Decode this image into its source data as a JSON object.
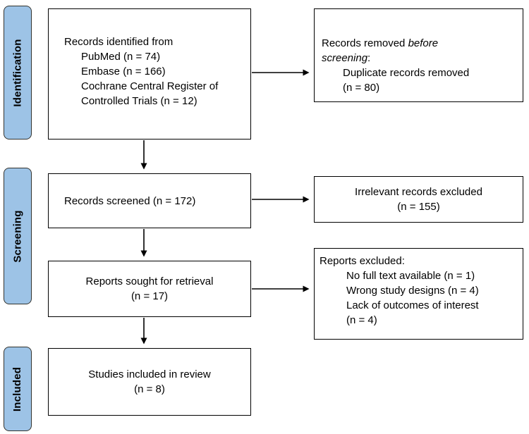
{
  "stages": {
    "identification": "Identification",
    "screening": "Screening",
    "included": "Included"
  },
  "boxes": {
    "records_identified": {
      "title": "Records identified from",
      "sources": [
        "PubMed (n = 74)",
        "Embase (n = 166)",
        "Cochrane Central Register of",
        "Controlled Trials (n = 12)"
      ]
    },
    "records_removed": {
      "pre": "Records removed ",
      "italic": "before screening",
      "post": ":",
      "details": [
        "Duplicate records removed",
        "(n = 80)"
      ]
    },
    "records_screened": {
      "text": "Records screened (n = 172)"
    },
    "irrelevant_excluded": {
      "line1": "Irrelevant records excluded",
      "line2": "(n = 155)"
    },
    "reports_sought": {
      "line1": "Reports sought for retrieval",
      "line2": "(n = 17)"
    },
    "reports_excluded": {
      "title": "Reports excluded:",
      "reasons": [
        "No full text available (n = 1)",
        "Wrong study designs (n = 4)",
        "Lack of outcomes of interest",
        "(n = 4)"
      ]
    },
    "studies_included": {
      "line1": "Studies included in review",
      "line2": "(n = 8)"
    }
  },
  "colors": {
    "stage_fill": "#9DC3E6",
    "stage_border": "#33332F",
    "box_border": "#000000",
    "arrow": "#000000"
  }
}
